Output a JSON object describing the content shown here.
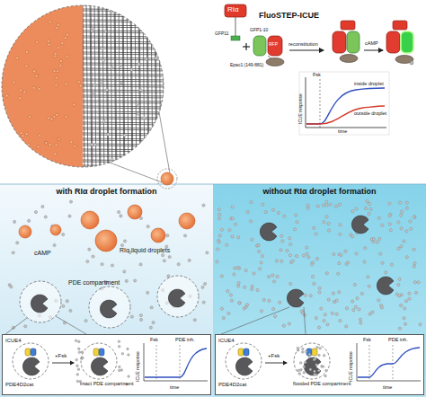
{
  "diagram": {
    "nodes": [
      {
        "text": [
          "with RIα droplet formation"
        ]
      },
      {
        "text": [
          "without RIα droplet formation"
        ]
      },
      {
        "text": [
          "ICUE4",
          "PDE4D2cat",
          "+Fsk",
          "intact PDE compartment",
          "Fsk",
          "PDE inh.",
          "ICUE response",
          "time"
        ],
        "in": 0
      },
      {
        "text": [
          "ICUE4",
          "PDE4D2cat",
          "+Fsk",
          "flooded PDE compartment",
          "Fsk",
          "PDE inh.",
          "ICUE response",
          "time"
        ],
        "in": 1
      }
    ],
    "labels": [
      "RIα",
      "GFP11",
      "GFP1-10",
      "RFP",
      "Epac1 (149-881)",
      "reconstitution",
      "cAMP",
      "FluoSTEP-ICUE",
      "Fsk",
      "inside droplet",
      "outside droplet",
      "ICUE response",
      "time",
      "RIα liquid droplets",
      "cAMP",
      "PDE compartment"
    ]
  }
}
